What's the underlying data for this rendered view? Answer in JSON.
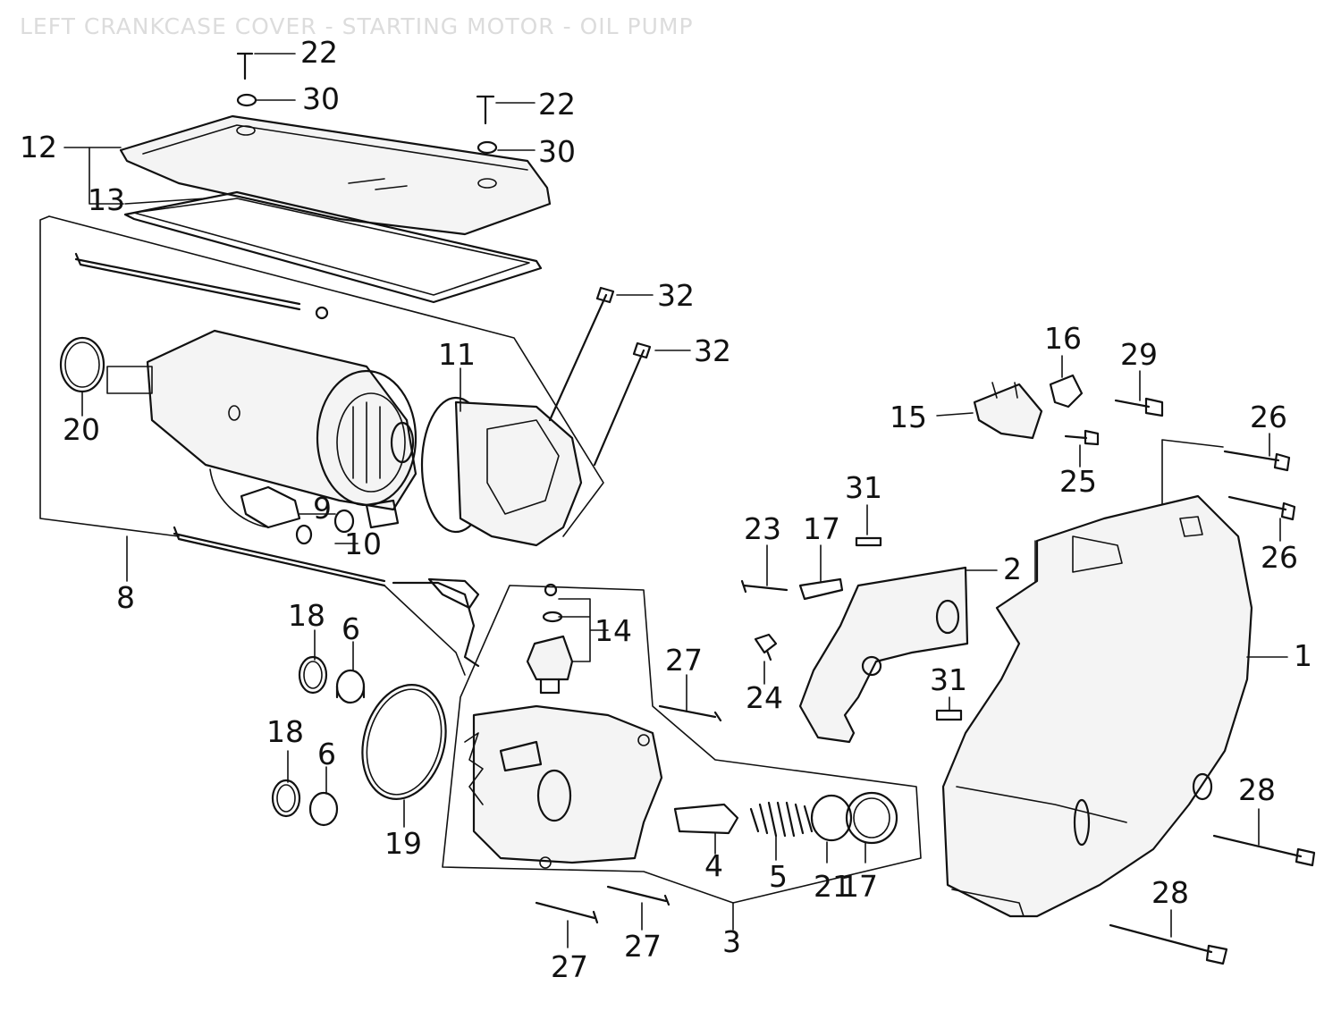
{
  "diagram": {
    "title": "LEFT CRANKCASE COVER - STARTING MOTOR - OIL PUMP",
    "callouts": {
      "c1": "1",
      "c2": "2",
      "c3": "3",
      "c4": "4",
      "c5": "5",
      "c6a": "6",
      "c6b": "6",
      "c8": "8",
      "c9": "9",
      "c10": "10",
      "c11": "11",
      "c12": "12",
      "c13": "13",
      "c14": "14",
      "c15": "15",
      "c16": "16",
      "c17a": "17",
      "c17b": "17",
      "c18a": "18",
      "c18b": "18",
      "c19": "19",
      "c20": "20",
      "c21": "21",
      "c22a": "22",
      "c22b": "22",
      "c23": "23",
      "c24": "24",
      "c25": "25",
      "c26a": "26",
      "c26b": "26",
      "c27a": "27",
      "c27b": "27",
      "c27c": "27",
      "c28a": "28",
      "c28b": "28",
      "c29": "29",
      "c30a": "30",
      "c30b": "30",
      "c31a": "31",
      "c31b": "31",
      "c32a": "32",
      "c32b": "32"
    }
  }
}
